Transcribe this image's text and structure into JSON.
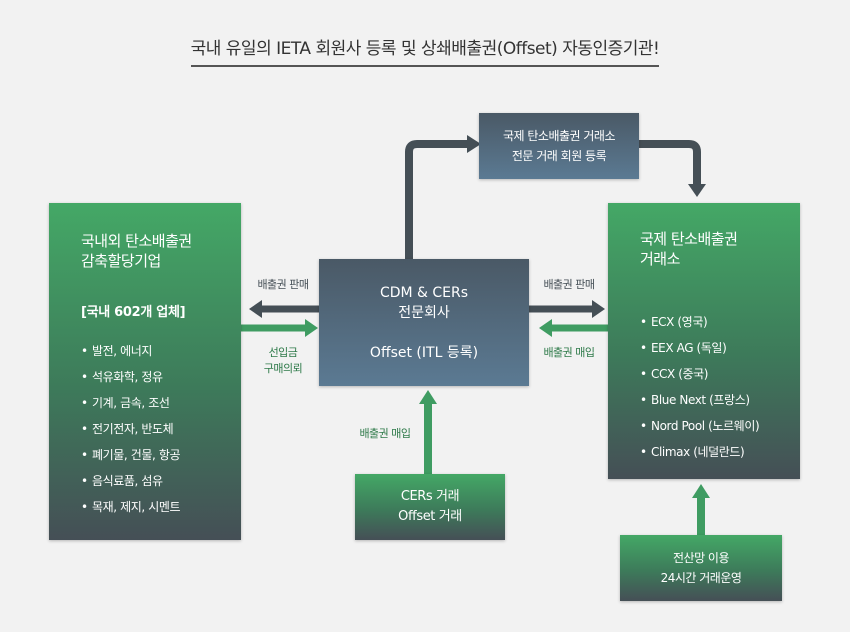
{
  "title": "국내 유일의 IETA 회원사 등록 및 상쇄배출권(Offset) 자동인증기관!",
  "left_box": {
    "heading_1": "국내외 탄소배출권",
    "heading_2": "감축할당기업",
    "subheading": "[국내 602개 업체]",
    "items": [
      "발전, 에너지",
      "석유화학, 정유",
      "기계, 금속, 조선",
      "전기전자, 반도체",
      "폐기물, 건물, 항공",
      "음식료품, 섬유",
      "목재, 제지, 시멘트"
    ]
  },
  "right_box": {
    "heading_1": "국제 탄소배출권",
    "heading_2": "거래소",
    "items": [
      "ECX (영국)",
      "EEX AG (독일)",
      "CCX (중국)",
      "Blue Next (프랑스)",
      "Nord Pool (노르웨이)",
      "Climax (네덜란드)"
    ]
  },
  "center_box": {
    "line_1": "CDM & CERs",
    "line_2": "전문회사",
    "line_3": "Offset (ITL 등록)"
  },
  "top_box": {
    "line_1": "국제 탄소배출권 거래소",
    "line_2": "전문 거래 회원 등록"
  },
  "bottom_box": {
    "line_1": "CERs 거래",
    "line_2": "Offset 거래"
  },
  "bottom_right_box": {
    "line_1": "전산망 이용",
    "line_2": "24시간 거래운영"
  },
  "labels": {
    "left_sell": "배출권 판매",
    "left_buy_1": "선입금",
    "left_buy_2": "구매의뢰",
    "right_sell": "배출권 판매",
    "right_buy": "배출권 매입",
    "bottom_buy": "배출권 매입"
  },
  "colors": {
    "green": "#3f9c62",
    "dark": "#454f56",
    "blue": "#5b7a93"
  }
}
